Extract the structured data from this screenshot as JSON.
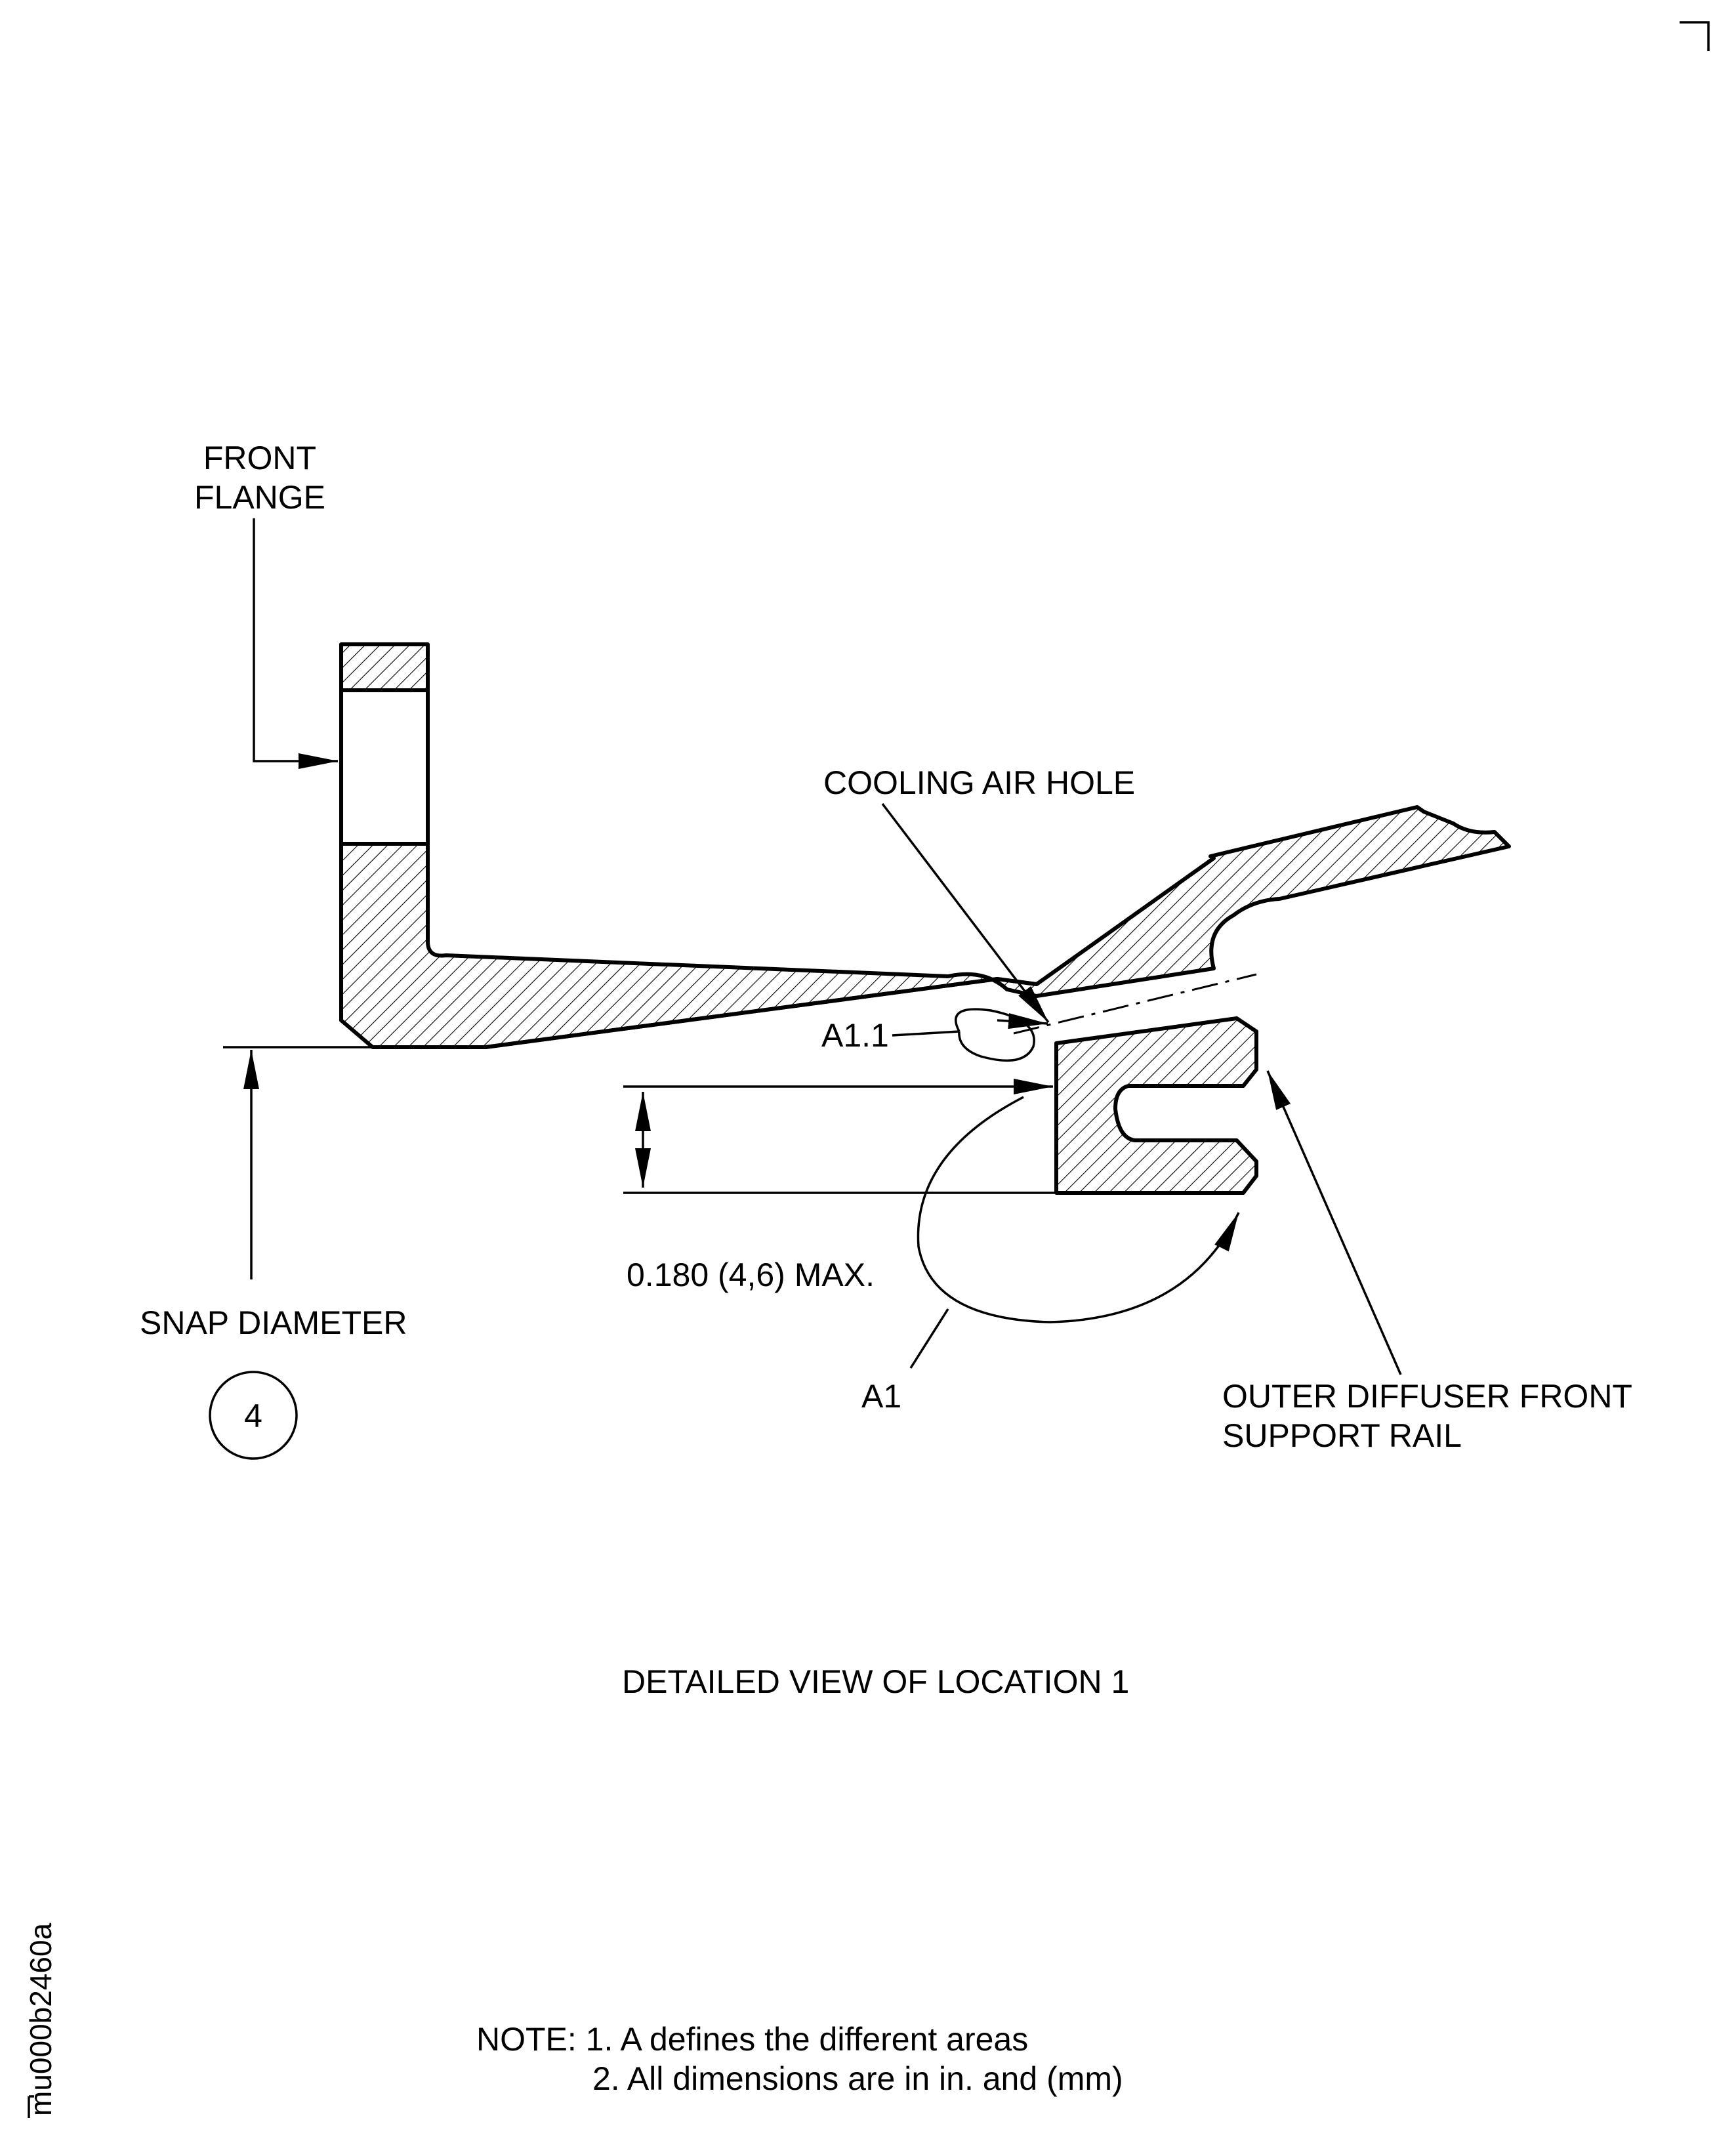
{
  "labels": {
    "front_flange_line1": "FRONT",
    "front_flange_line2": "FLANGE",
    "cooling_air_hole": "COOLING AIR HOLE",
    "a1_1": "A1.1",
    "dimension": "0.180 (4,6) MAX.",
    "snap_diameter": "SNAP DIAMETER",
    "snap_circle": "4",
    "a1": "A1",
    "outer_diffuser_line1": "OUTER DIFFUSER FRONT",
    "outer_diffuser_line2": "SUPPORT RAIL",
    "view_title": "DETAILED VIEW OF LOCATION 1",
    "note_line1": "NOTE: 1. A defines the different areas",
    "note_line2": "2. All dimensions are in in. and (mm)",
    "drawing_id": "mu000b2460a"
  },
  "colors": {
    "ink": "#000000",
    "paper": "#ffffff"
  }
}
